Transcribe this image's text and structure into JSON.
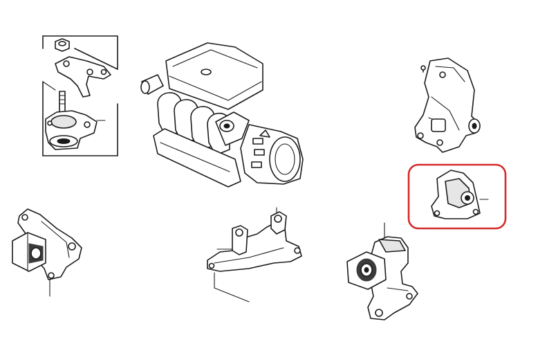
{
  "diagram": {
    "parts": [
      {
        "id": "front-mount-assembly",
        "icon": "bracket-mount-icon"
      },
      {
        "id": "engine-block",
        "icon": "engine-icon"
      },
      {
        "id": "upper-torque-bracket",
        "icon": "torque-bracket-icon"
      },
      {
        "id": "rear-mount",
        "icon": "rubber-mount-icon",
        "highlighted": true
      },
      {
        "id": "side-mount",
        "icon": "side-mount-icon"
      },
      {
        "id": "lower-bracket",
        "icon": "lower-bracket-icon"
      },
      {
        "id": "transmission-mount",
        "icon": "transmission-mount-icon"
      }
    ],
    "highlight_color": "#d42a2a",
    "line_color": "#1a1a1a"
  }
}
